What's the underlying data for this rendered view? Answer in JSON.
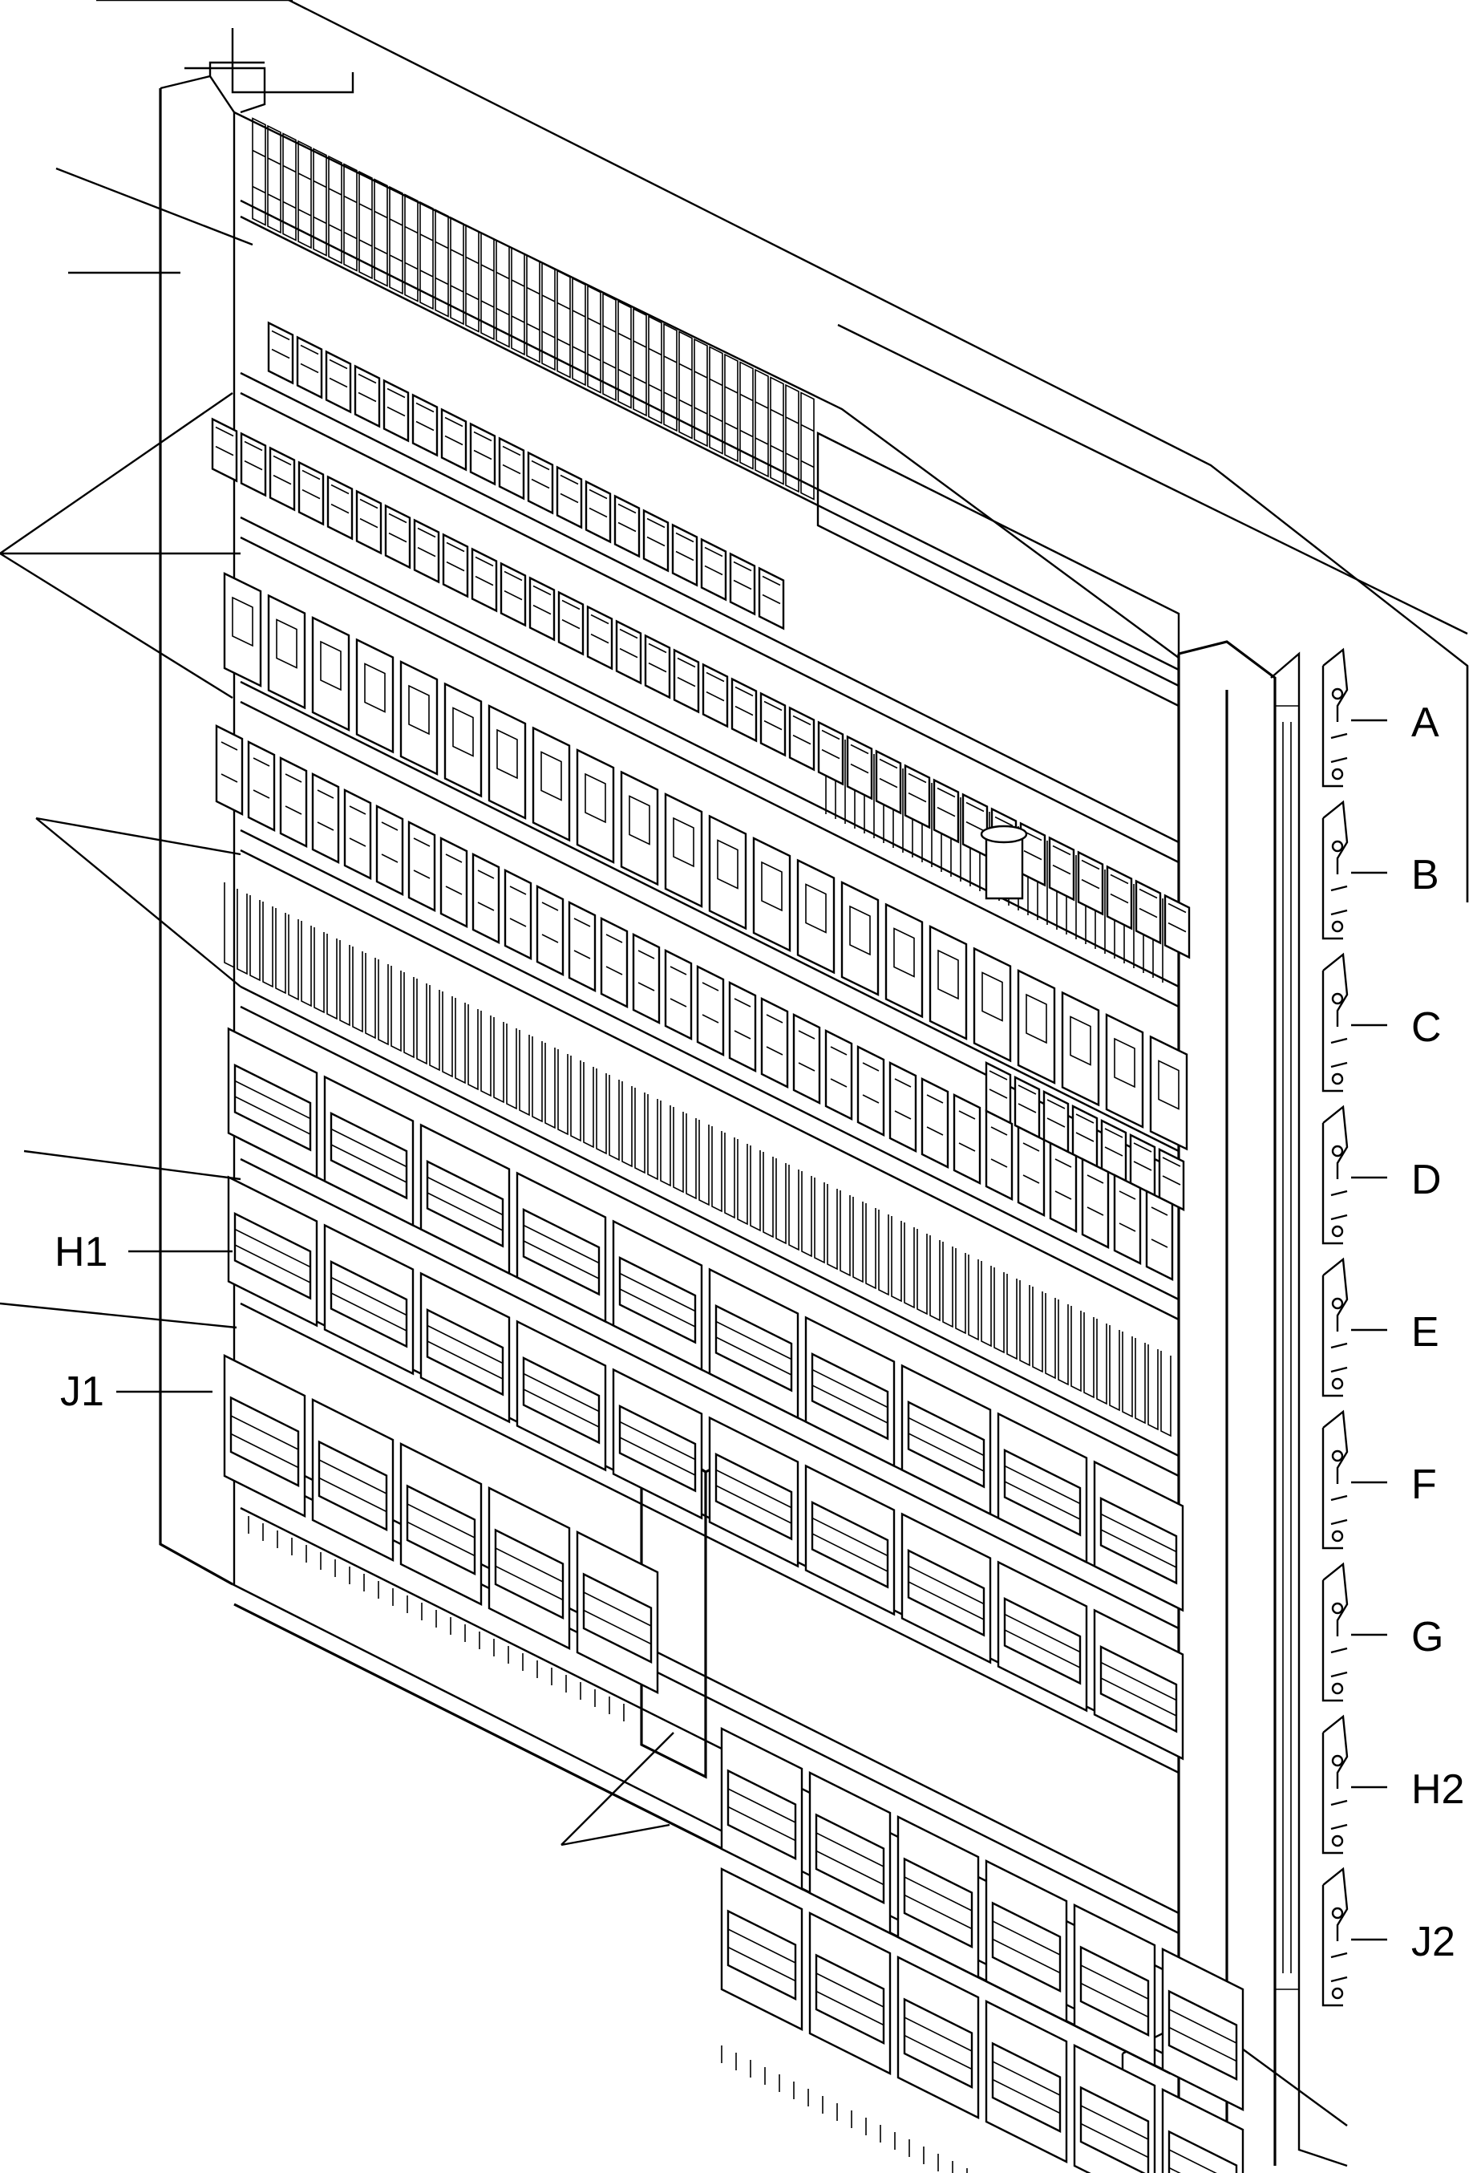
{
  "labels": {
    "h1": "H1",
    "j1": "J1",
    "right": [
      "A",
      "B",
      "C",
      "D",
      "E",
      "F",
      "G",
      "H2",
      "J2"
    ]
  }
}
